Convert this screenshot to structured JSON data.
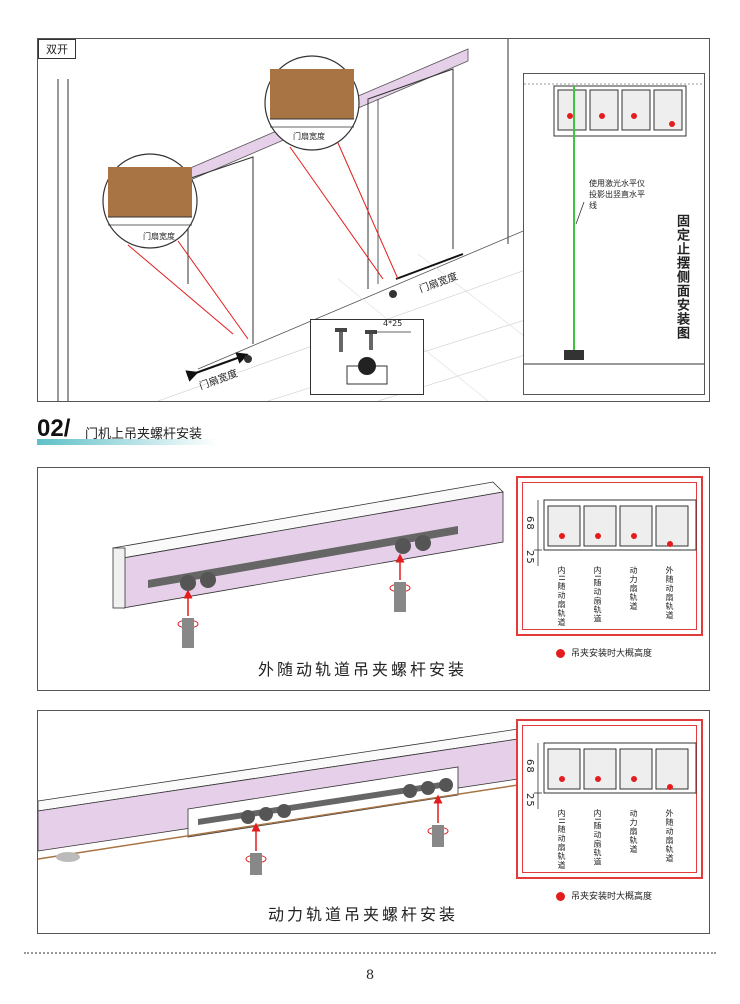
{
  "top_panel": {
    "tag": "双开",
    "door_width_label": "门扇宽度",
    "screw_spec": "4*25",
    "laser_note": "使用激光水平仪投影出竖直水平线",
    "side_title": "固定止摆侧面安装图"
  },
  "section": {
    "number": "02/",
    "title": "门机上吊夹螺杆安装"
  },
  "panel_outer": {
    "caption": "外随动轨道吊夹螺杆安装",
    "dim_68": "68",
    "dim_25": "25",
    "track_labels": [
      "内II随动扇轨道",
      "内I随动扇轨道",
      "动力扇轨道",
      "外随动扇轨道"
    ],
    "legend": "吊夹安装时大概高度"
  },
  "panel_power": {
    "caption": "动力轨道吊夹螺杆安装",
    "dim_68": "68",
    "dim_25": "25",
    "track_labels": [
      "内II随动扇轨道",
      "内I随动扇轨道",
      "动力扇轨道",
      "外随动扇轨道"
    ],
    "legend": "吊夹安装时大概高度"
  },
  "page_number": "8",
  "colors": {
    "accent": "#e31d1d",
    "rail": "#e6cfe8",
    "wood": "#a87444",
    "laser": "#3ec43e"
  }
}
